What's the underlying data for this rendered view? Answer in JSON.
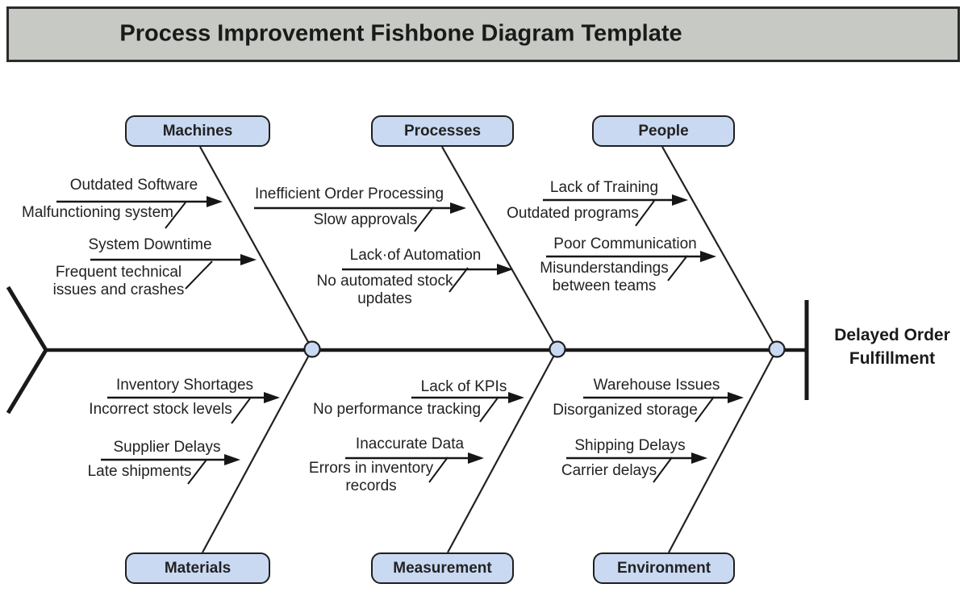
{
  "title": {
    "text": "Process Improvement Fishbone Diagram Template"
  },
  "effect": {
    "label": "Delayed Order Fulfillment"
  },
  "colors": {
    "banner_fill": "#c7cac4",
    "banner_border": "#2b2b2b",
    "box_fill": "#c9d9f2",
    "box_border": "#1f1f1f",
    "line": "#222222",
    "text": "#222222"
  },
  "categories": [
    {
      "name": "Machines",
      "side": "top",
      "causes": [
        {
          "cause": "Outdated Software",
          "sub": "Malfunctioning system"
        },
        {
          "cause": "System Downtime",
          "sub": "Frequent technical issues and crashes"
        }
      ]
    },
    {
      "name": "Processes",
      "side": "top",
      "causes": [
        {
          "cause": "Inefficient Order Processing",
          "sub": "Slow approvals"
        },
        {
          "cause": "Lack·of Automation",
          "sub": "No automated stock updates"
        }
      ]
    },
    {
      "name": "People",
      "side": "top",
      "causes": [
        {
          "cause": "Lack of Training",
          "sub": "Outdated programs"
        },
        {
          "cause": "Poor Communication",
          "sub": "Misunderstandings between teams"
        }
      ]
    },
    {
      "name": "Materials",
      "side": "bottom",
      "causes": [
        {
          "cause": "Inventory Shortages",
          "sub": "Incorrect stock levels"
        },
        {
          "cause": "Supplier Delays",
          "sub": "Late shipments"
        }
      ]
    },
    {
      "name": "Measurement",
      "side": "bottom",
      "causes": [
        {
          "cause": "Lack of KPIs",
          "sub": "No performance tracking"
        },
        {
          "cause": "Inaccurate Data",
          "sub": "Errors in inventory records"
        }
      ]
    },
    {
      "name": "Environment",
      "side": "bottom",
      "causes": [
        {
          "cause": "Warehouse Issues",
          "sub": "Disorganized storage"
        },
        {
          "cause": "Shipping Delays",
          "sub": "Carrier delays"
        }
      ]
    }
  ]
}
